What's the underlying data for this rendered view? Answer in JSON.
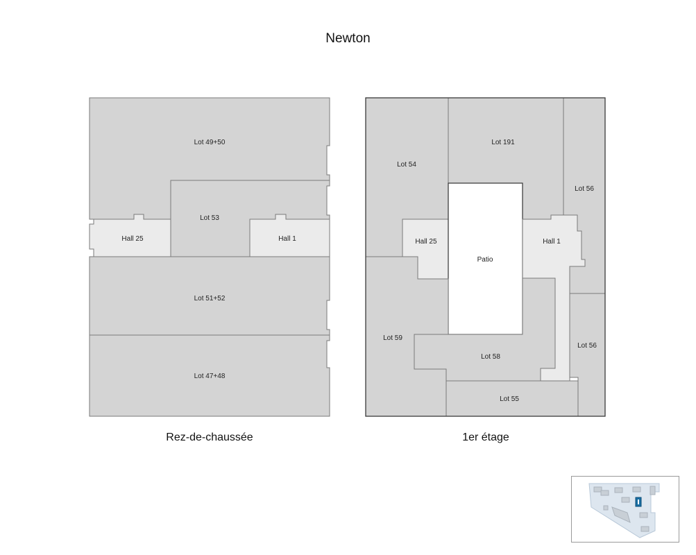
{
  "building": {
    "title": "Newton"
  },
  "floors": [
    {
      "caption": "Rez-de-chaussée",
      "rooms": [
        {
          "label": "Lot 49+50",
          "type": "lot"
        },
        {
          "label": "Lot 53",
          "type": "lot"
        },
        {
          "label": "Hall 25",
          "type": "hall"
        },
        {
          "label": "Hall 1",
          "type": "hall"
        },
        {
          "label": "Lot 51+52",
          "type": "lot"
        },
        {
          "label": "Lot 47+48",
          "type": "lot"
        }
      ]
    },
    {
      "caption": "1er étage",
      "rooms": [
        {
          "label": "Lot 54",
          "type": "lot"
        },
        {
          "label": "Lot 191",
          "type": "lot"
        },
        {
          "label": "Lot 56",
          "type": "lot"
        },
        {
          "label": "Hall 25",
          "type": "hall"
        },
        {
          "label": "Patio",
          "type": "patio"
        },
        {
          "label": "Hall 1",
          "type": "hall"
        },
        {
          "label": "Lot 59",
          "type": "lot"
        },
        {
          "label": "Lot 58",
          "type": "lot"
        },
        {
          "label": "Lot 56",
          "type": "lot"
        },
        {
          "label": "Lot 55",
          "type": "lot"
        }
      ]
    }
  ],
  "colors": {
    "lot": "#d4d4d4",
    "hall": "#ebebeb",
    "patio": "#ffffff",
    "minimap_highlight": "#1a6fa3",
    "minimap_site": "#dde6ef"
  },
  "minimap": {
    "icon": "site-locator-map-icon"
  }
}
